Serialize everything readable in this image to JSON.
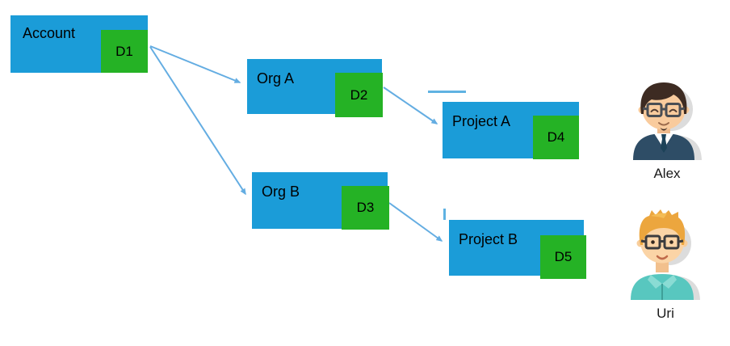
{
  "diagram": {
    "nodes": [
      {
        "label": "Account",
        "badge": "D1"
      },
      {
        "label": "Org A",
        "badge": "D2"
      },
      {
        "label": "Project A",
        "badge": "D4"
      },
      {
        "label": "Org B",
        "badge": "D3"
      },
      {
        "label": "Project B",
        "badge": "D5"
      }
    ],
    "edges": [
      {
        "from": "Account / D1",
        "to": "Org A"
      },
      {
        "from": "Account / D1",
        "to": "Org B"
      },
      {
        "from": "Org A / D2",
        "to": "Project A"
      },
      {
        "from": "Org B / D3",
        "to": "Project B"
      }
    ],
    "colors": {
      "node_fill": "#1b9cd8",
      "badge_fill": "#25b225",
      "arrow": "#64ade2",
      "label_text": "#000000"
    }
  },
  "users": [
    {
      "name": "Alex",
      "avatar": "man-dark-hair-glasses-navy-sweater-tie"
    },
    {
      "name": "Uri",
      "avatar": "man-blonde-spiky-hair-glasses-teal-shirt"
    }
  ]
}
